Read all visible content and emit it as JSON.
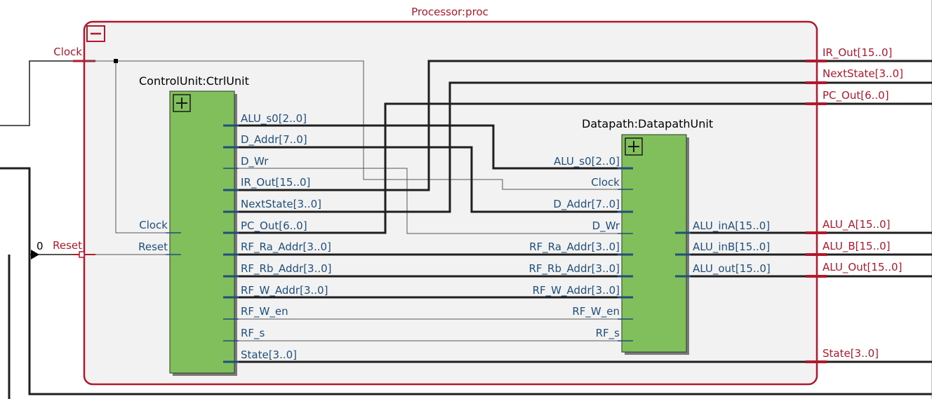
{
  "processor": {
    "title": "Processor:proc",
    "collapse_symbol": "minus",
    "inputs": {
      "clock": "Clock",
      "reset": "Reset",
      "reset_constant": "0"
    },
    "outputs": [
      "IR_Out[15..0]",
      "NextState[3..0]",
      "PC_Out[6..0]",
      "ALU_A[15..0]",
      "ALU_B[15..0]",
      "ALU_Out[15..0]",
      "State[3..0]"
    ]
  },
  "control_unit": {
    "title": "ControlUnit:CtrlUnit",
    "expand_symbol": "plus",
    "inputs": [
      "Clock",
      "Reset"
    ],
    "outputs": [
      "ALU_s0[2..0]",
      "D_Addr[7..0]",
      "D_Wr",
      "IR_Out[15..0]",
      "NextState[3..0]",
      "PC_Out[6..0]",
      "RF_Ra_Addr[3..0]",
      "RF_Rb_Addr[3..0]",
      "RF_W_Addr[3..0]",
      "RF_W_en",
      "RF_s",
      "State[3..0]"
    ]
  },
  "datapath": {
    "title": "Datapath:DatapathUnit",
    "expand_symbol": "plus",
    "inputs": [
      "ALU_s0[2..0]",
      "Clock",
      "D_Addr[7..0]",
      "D_Wr",
      "RF_Ra_Addr[3..0]",
      "RF_Rb_Addr[3..0]",
      "RF_W_Addr[3..0]",
      "RF_W_en",
      "RF_s"
    ],
    "outputs": [
      "ALU_inA[15..0]",
      "ALU_inB[15..0]",
      "ALU_out[15..0]"
    ]
  },
  "colors": {
    "block_fill": "#80bf5c",
    "block_border": "#2b3a2b",
    "boundary": "#b0182c",
    "boundary_fill": "#f2f2f2",
    "pin_label": "#1f4f7a",
    "bus_line": "#1f1f1f",
    "wire_line": "#555555"
  }
}
